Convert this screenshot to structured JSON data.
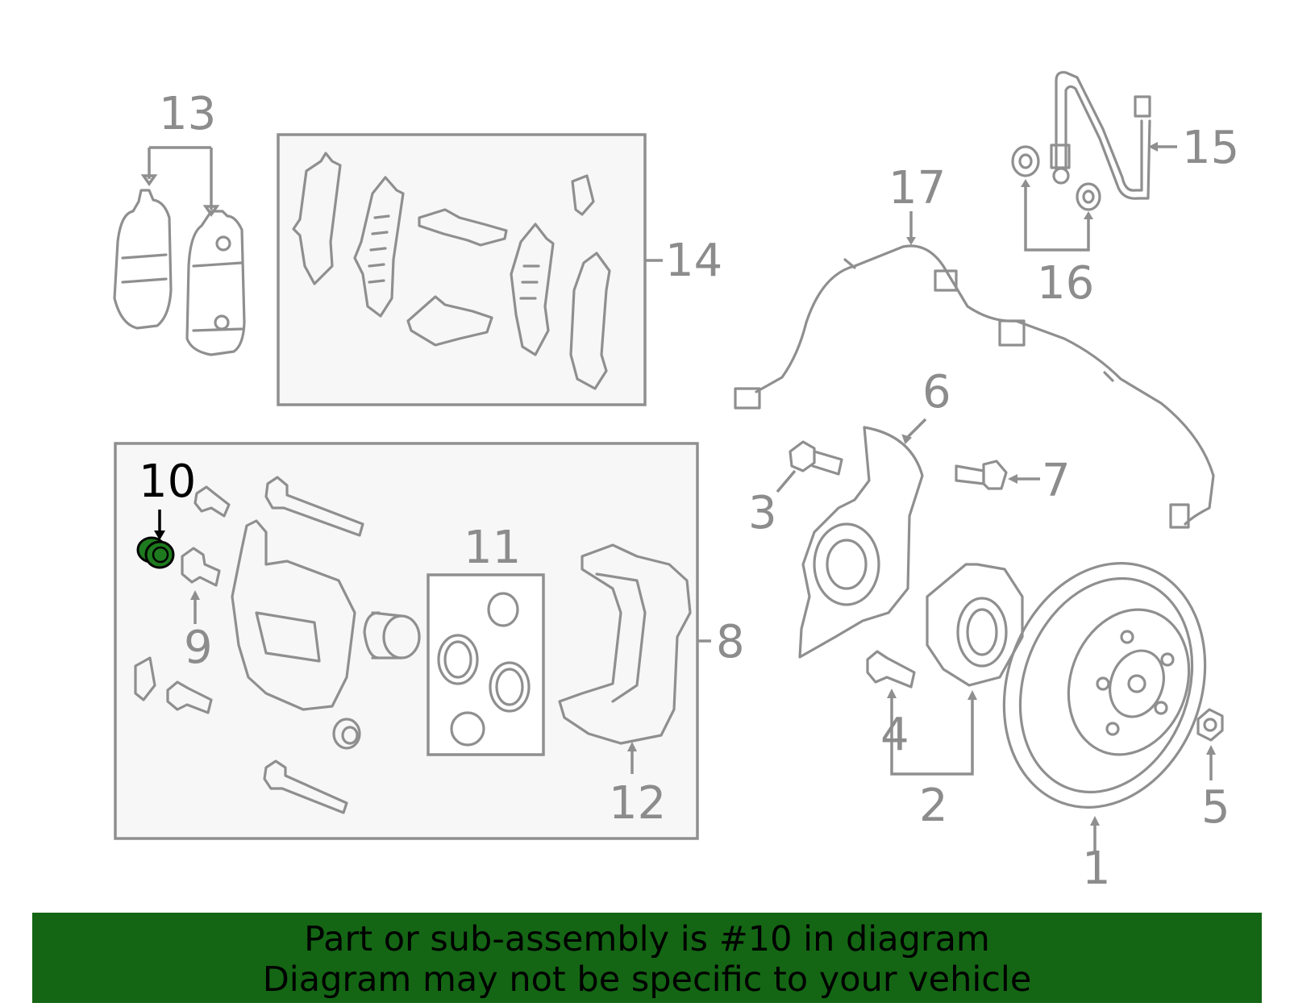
{
  "diagram": {
    "highlighted_part": "10",
    "highlight_color": "#1e7a1e",
    "callouts": {
      "c1": "1",
      "c2": "2",
      "c3": "3",
      "c4": "4",
      "c5": "5",
      "c6": "6",
      "c7": "7",
      "c8": "8",
      "c9": "9",
      "c10": "10",
      "c11": "11",
      "c12": "12",
      "c13": "13",
      "c14": "14",
      "c15": "15",
      "c16": "16",
      "c17": "17"
    }
  },
  "banner": {
    "line1": "Part or sub-assembly is #10 in diagram",
    "line2": "Diagram may not be specific to your vehicle",
    "background": "#146614"
  }
}
